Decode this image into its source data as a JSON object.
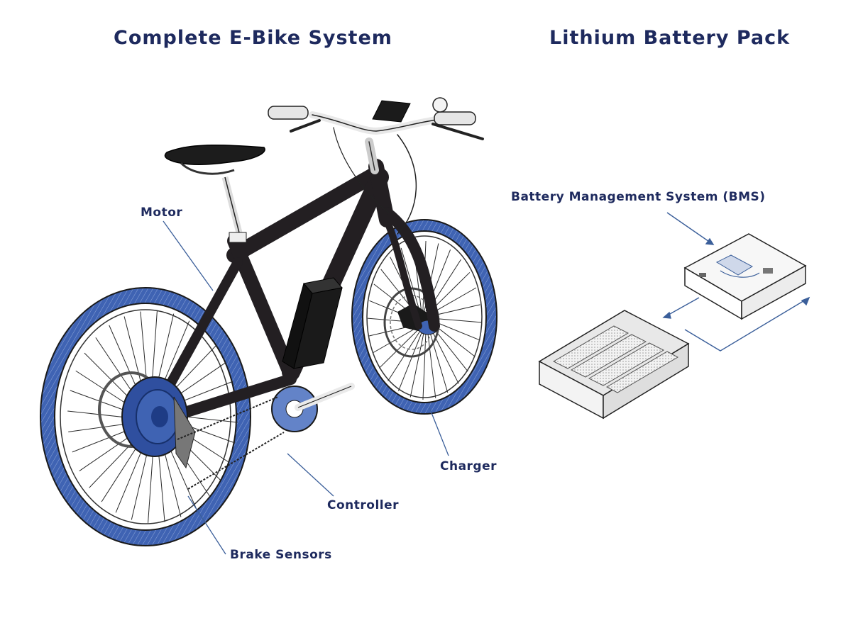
{
  "titles": {
    "bike": "Complete E-Bike System",
    "battery": "Lithium Battery Pack"
  },
  "labels": {
    "motor": "Motor",
    "bms": "Battery Management System (BMS)",
    "charger": "Charger",
    "controller": "Controller",
    "brake_sensors": "Brake Sensors"
  },
  "colors": {
    "title": "#1e2a5e",
    "accent_blue": "#3f63b3",
    "frame": "#231f22",
    "leader_line": "#3b5f9a"
  }
}
